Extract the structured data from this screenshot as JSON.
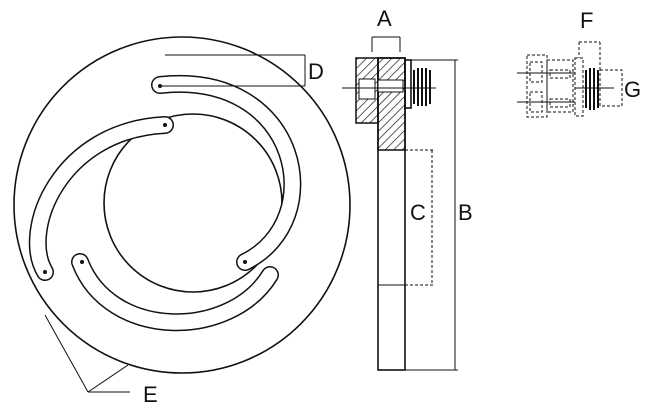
{
  "labels": {
    "A": "A",
    "B": "B",
    "C": "C",
    "D": "D",
    "E": "E",
    "F": "F",
    "G": "G"
  },
  "colors": {
    "line": "#111111",
    "background": "#ffffff"
  }
}
